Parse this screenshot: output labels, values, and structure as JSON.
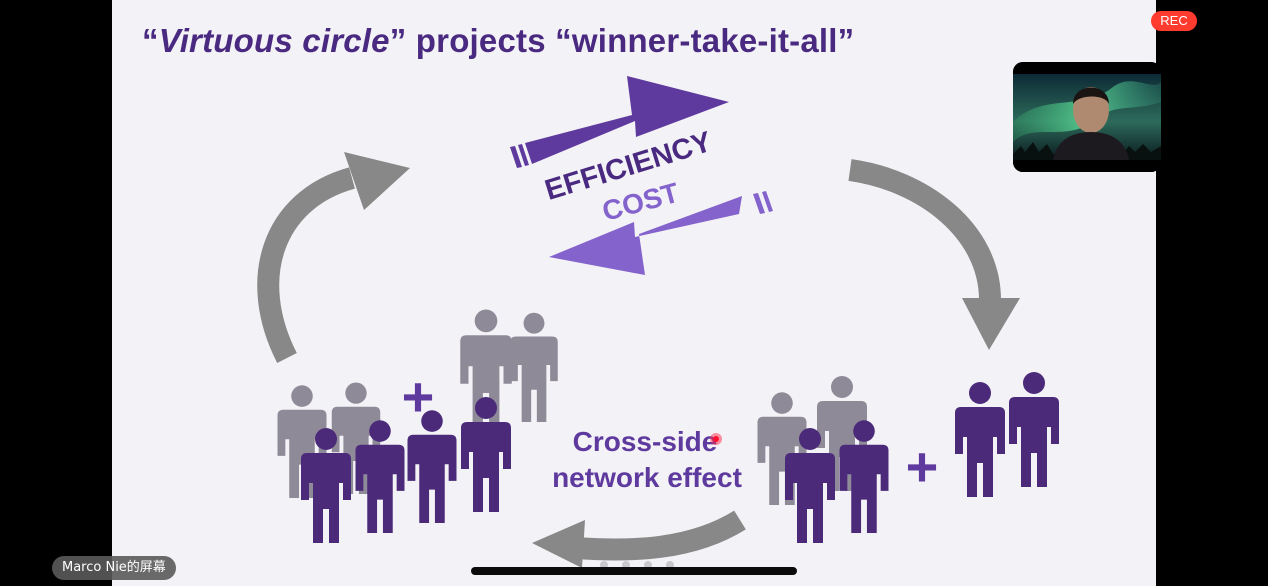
{
  "slide": {
    "title": {
      "open_quote": "“",
      "italic": "Virtuous circle",
      "rest": "” projects “winner-take-it-all”"
    },
    "efficiency_label": "EFFICIENCY",
    "cost_label": "COST",
    "network_label_line1": "Cross-side",
    "network_label_line2": "network effect",
    "plus_symbol": "+"
  },
  "recording": {
    "label": "REC"
  },
  "share": {
    "presenter_label": "Marco Nie的屏幕"
  },
  "colors": {
    "dark_purple": "#4a2a80",
    "arrow_purple": "#5f3a9e",
    "light_purple": "#8463cc",
    "gray_arrow": "#888888",
    "gray_people": "#8f8a98",
    "person_purple": "#4b2a7a",
    "rec_red": "#ff3b30"
  },
  "icons": [
    "person-icon",
    "plus-icon",
    "cycle-arrow-icon",
    "video-feed",
    "laser-pointer"
  ]
}
